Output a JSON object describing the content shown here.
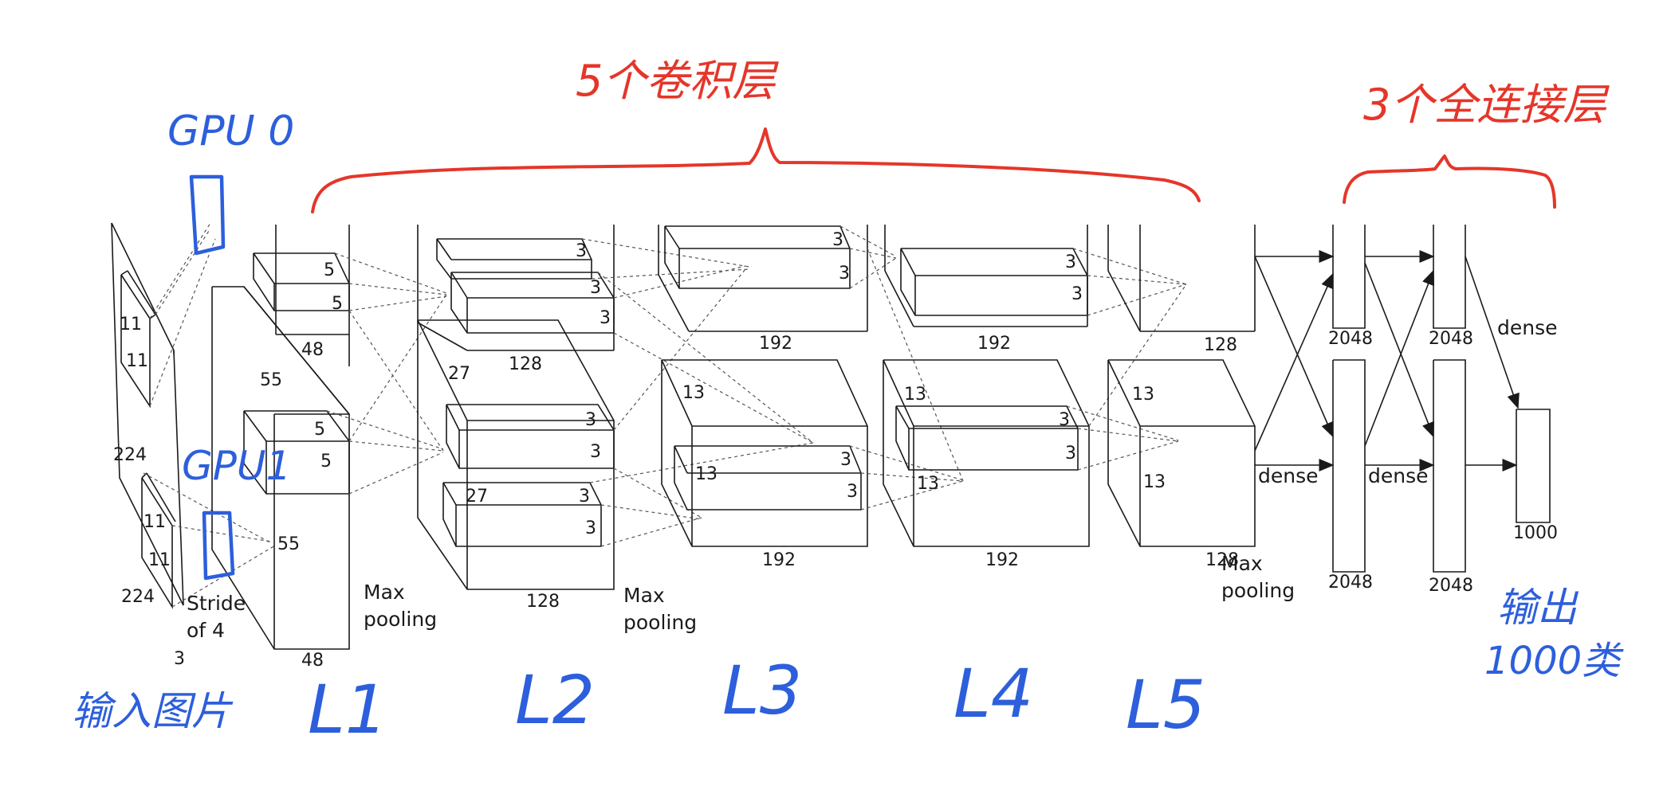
{
  "annotations": {
    "conv_group": "5个卷积层",
    "fc_group": "3个全连接层",
    "gpu0": "GPU 0",
    "gpu1": "GPU1",
    "input_image": "输入图片",
    "output": "输出",
    "output_classes": "1000类",
    "layers": [
      "L1",
      "L2",
      "L3",
      "L4",
      "L5"
    ]
  },
  "input": {
    "size_top": "224",
    "size_bottom": "224",
    "channels": "3",
    "kernel_top_a": "11",
    "kernel_top_b": "11",
    "kernel_bot_a": "11",
    "kernel_bot_b": "11",
    "stride": "Stride",
    "stride_of": "of 4"
  },
  "conv1": {
    "kernel_top_a": "5",
    "kernel_top_b": "5",
    "kernel_bot_a": "5",
    "kernel_bot_b": "5",
    "depth_top": "48",
    "depth_bot": "48",
    "size_a": "55",
    "size_b": "55",
    "pool": "Max",
    "pool2": "pooling"
  },
  "conv2": {
    "k1": "3",
    "k2": "3",
    "k3": "3",
    "k4": "3",
    "k5": "3",
    "k6": "3",
    "k7": "3",
    "size_a": "27",
    "size_b": "27",
    "depth_top": "128",
    "depth_bot": "128",
    "pool": "Max",
    "pool2": "pooling"
  },
  "conv3": {
    "k1": "3",
    "k2": "3",
    "k3": "3",
    "k4": "3",
    "size_a": "13",
    "size_b": "13",
    "depth_top": "192",
    "depth_bot": "192"
  },
  "conv4": {
    "k1": "3",
    "k2": "3",
    "k3": "3",
    "k4": "3",
    "size_a": "13",
    "size_b": "13",
    "depth_top": "192",
    "depth_bot": "192"
  },
  "conv5": {
    "size_a": "13",
    "size_b": "13",
    "depth_top": "128",
    "depth_bot": "128",
    "pool": "Max",
    "pool2": "pooling"
  },
  "fc": {
    "fc6_top": "2048",
    "fc6_bot": "2048",
    "fc7_top": "2048",
    "fc7_bot": "2048",
    "dense_a": "dense",
    "dense_b": "dense",
    "dense_c": "dense",
    "out": "1000"
  }
}
